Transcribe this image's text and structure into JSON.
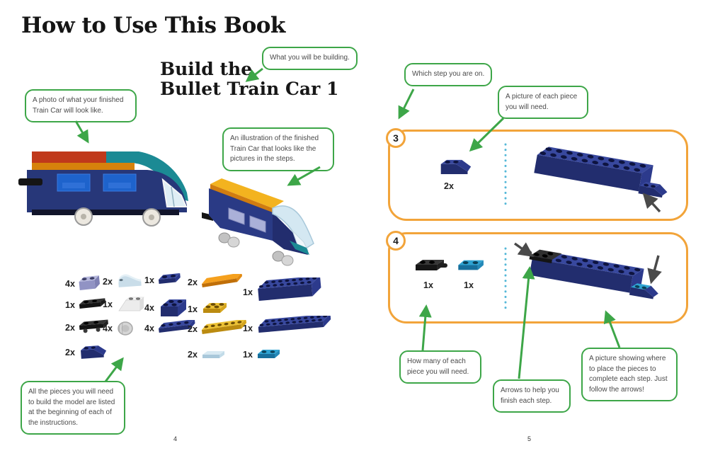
{
  "title": "How to Use This Book",
  "colors": {
    "callout_green": "#3da648",
    "step_border_orange": "#f2a43a",
    "lego_navy": "#222d6e",
    "lego_azure": "#2fa3d2",
    "lego_yellow": "#ecc134",
    "lego_orange": "#f5a01d",
    "lego_teal": "#1b8a94",
    "lego_red": "#c0391b",
    "lego_lavender": "#b6b8dc",
    "dark_arrow": "#4a4a4a"
  },
  "left_page": {
    "heading_line1": "Build the",
    "heading_line2": "Bullet Train Car 1",
    "callouts": {
      "building": "What you will be building.",
      "photo": "A photo of what your finished Train Car will look like.",
      "illustration": "An illustration of the finished Train Car that looks like the pictures in the steps.",
      "all_pieces": "All the pieces you will need to build the model are listed at the beginning of each of the instructions."
    },
    "parts": [
      {
        "qty": "4x",
        "piece": "lavender-brick-1x2"
      },
      {
        "qty": "2x",
        "piece": "light-blue-curved-slope"
      },
      {
        "qty": "1x",
        "piece": "blue-plate-1x2"
      },
      {
        "qty": "2x",
        "piece": "orange-tile-1x6"
      },
      {
        "qty": "1x",
        "piece": "blue-brick-2x8"
      },
      {
        "qty": "1x",
        "piece": "black-clip-plate"
      },
      {
        "qty": "1x",
        "piece": "white-slope"
      },
      {
        "qty": "4x",
        "piece": "blue-brick-2x2"
      },
      {
        "qty": "1x",
        "piece": "yellow-plate-2x2"
      },
      {
        "qty": "2x",
        "piece": "black-wheel-holder-plate"
      },
      {
        "qty": "4x",
        "piece": "grey-wheel"
      },
      {
        "qty": "4x",
        "piece": "blue-plate-1x4"
      },
      {
        "qty": "2x",
        "piece": "yellow-plate-1x6"
      },
      {
        "qty": "1x",
        "piece": "blue-plate-2x10"
      },
      {
        "qty": "2x",
        "piece": "blue-inverted-slope"
      },
      {
        "qty": "2x",
        "piece": "light-blue-tile-1x2"
      },
      {
        "qty": "1x",
        "piece": "azure-plate-1x2"
      }
    ],
    "page_number": "4"
  },
  "right_page": {
    "callouts": {
      "which_step": "Which step you are on.",
      "piece_picture": "A picture of each piece you will need.",
      "how_many": "How many of each piece you will need.",
      "arrows_help": "Arrows to help you finish each step.",
      "placement": "A picture showing where to place the pieces to complete each step. Just follow the arrows!"
    },
    "steps": [
      {
        "number": "3",
        "parts": [
          {
            "qty": "2x",
            "piece": "blue-inverted-slope"
          }
        ]
      },
      {
        "number": "4",
        "parts": [
          {
            "qty": "1x",
            "piece": "black-coupler-plate"
          },
          {
            "qty": "1x",
            "piece": "azure-plate-1x2"
          }
        ]
      }
    ],
    "page_number": "5"
  }
}
